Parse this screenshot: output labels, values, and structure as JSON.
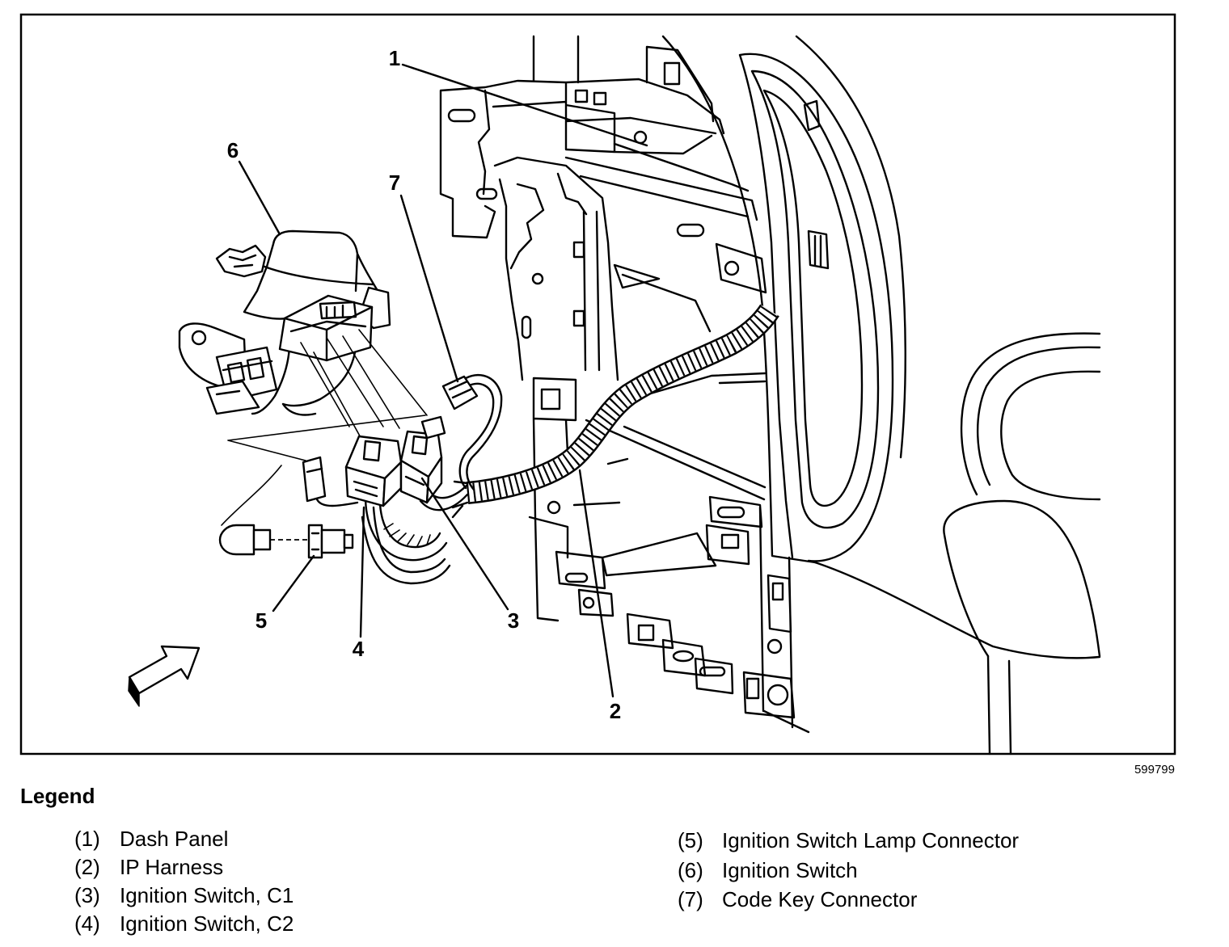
{
  "figure": {
    "id": "599799",
    "callouts": [
      "1",
      "2",
      "3",
      "4",
      "5",
      "6",
      "7"
    ]
  },
  "legend": {
    "title": "Legend",
    "items": [
      {
        "num": "(1)",
        "label": "Dash Panel"
      },
      {
        "num": "(2)",
        "label": "IP Harness"
      },
      {
        "num": "(3)",
        "label": "Ignition Switch, C1"
      },
      {
        "num": "(4)",
        "label": "Ignition Switch, C2"
      },
      {
        "num": "(5)",
        "label": "Ignition Switch Lamp Connector"
      },
      {
        "num": "(6)",
        "label": "Ignition Switch"
      },
      {
        "num": "(7)",
        "label": "Code Key Connector"
      }
    ]
  }
}
